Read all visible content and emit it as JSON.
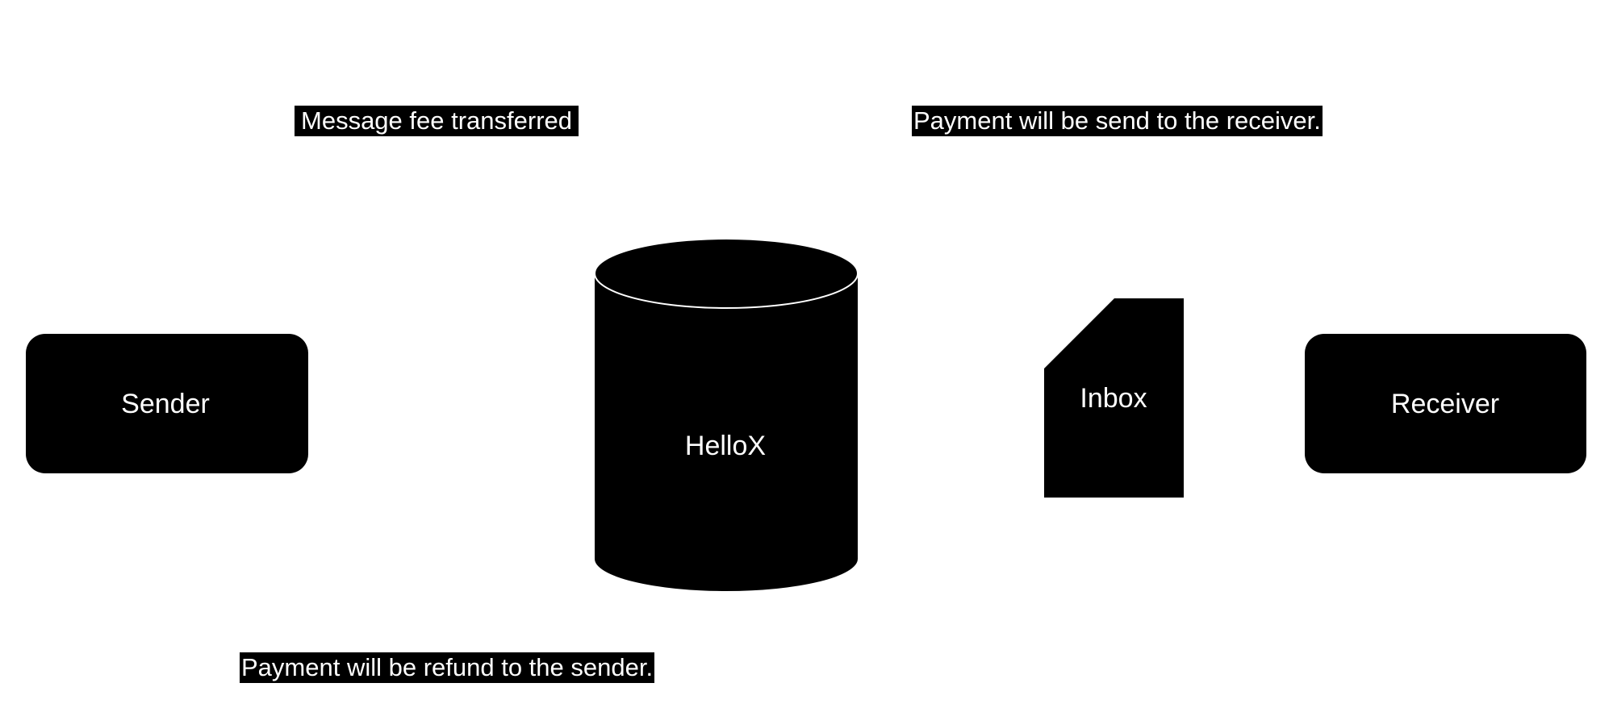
{
  "nodes": {
    "sender": "Sender",
    "hellox": "HelloX",
    "inbox": "Inbox",
    "receiver": "Receiver"
  },
  "edge_labels": {
    "fee_transferred": "Message fee transferred",
    "payment_to_receiver": "Payment will be send to the receiver.",
    "payment_refund": "Payment will be refund to the sender."
  },
  "colors": {
    "shape_fill": "#000000",
    "text": "#ffffff",
    "background": "#ffffff"
  }
}
